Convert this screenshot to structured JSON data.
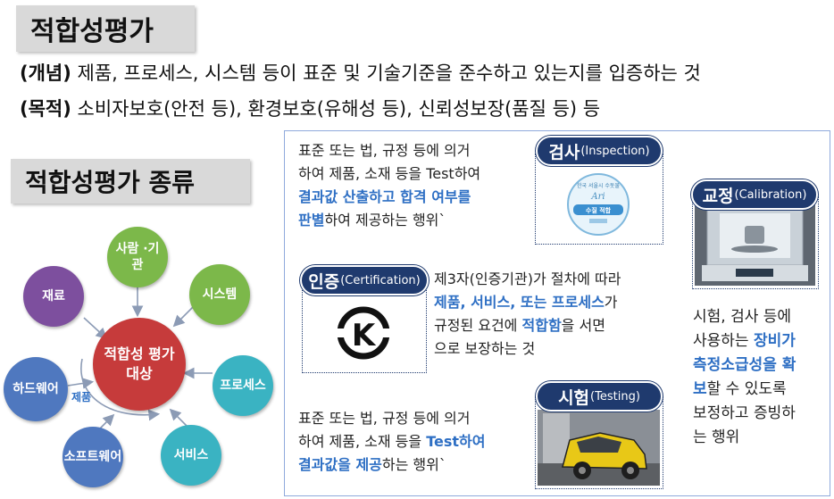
{
  "header": {
    "title": "적합성평가",
    "concept_label": "(개념)",
    "concept_text": " 제품, 프로세스, 시스템 등이 표준 및 기술기준을 준수하고 있는지를 입증하는 것",
    "purpose_label": "(목적)",
    "purpose_text": " 소비자보호(안전 등), 환경보호(유해성 등), 신뢰성보장(품질 등) 등"
  },
  "types": {
    "title": "적합성평가 종류",
    "center": "적합성 평가 대상",
    "nodes": {
      "people": "사람 ·기관",
      "system": "시스템",
      "process": "프로세스",
      "service": "서비스",
      "software": "소프트웨어",
      "hardware": "하드웨어",
      "material": "재료"
    },
    "arrow_label": "제품"
  },
  "inspection": {
    "badge_ko": "검사",
    "badge_en": "(Inspection)",
    "text_1": "표준 또는 법, 규정 등에 의거",
    "text_2": "하여 제품, 소재 등을 Test하여",
    "hl_1": "결과값 산출하고 합격 여부를",
    "hl_2": "판별",
    "text_3": "하여 제공하는 행위`",
    "sticker_title": "한국 서울시 수돗물",
    "sticker_brand": "Ari",
    "sticker_mark": "수질  적합"
  },
  "certification": {
    "badge_ko": "인증",
    "badge_en": "(Certification)",
    "text_1": "제3자(인증기관)가 절차에 따라",
    "hl_1": "제품, 서비스, 또는 프로세스",
    "text_2": "가",
    "text_3": "규정된 요건에 ",
    "hl_2": "적합함",
    "text_4": "을 서면",
    "text_5": "으로 보장하는 것",
    "logo_letter": "K"
  },
  "testing": {
    "badge_ko": "시험",
    "badge_en": "(Testing)",
    "text_1": "표준 또는 법, 규정 등에 의거",
    "text_2": "하여 제품, 소재 등을 ",
    "hl_1": "Test하여",
    "hl_2": "결과값을 제공",
    "text_3": "하는 행위`"
  },
  "calibration": {
    "badge_ko": "교정",
    "badge_en": "(Calibration)",
    "text_1": "시험, 검사 등에",
    "text_2": "사용하는 ",
    "hl_1": "장비가",
    "hl_2": "측정소급성을 확",
    "hl_3": "보",
    "text_3": "할 수 있도록",
    "text_4": "보정하고 증빙하",
    "text_5": "는 행위"
  },
  "colors": {
    "badge": "#1f3a6e",
    "highlight": "#2e6fc4",
    "frame": "#8faadc",
    "center_circle": "#c63b3b"
  }
}
